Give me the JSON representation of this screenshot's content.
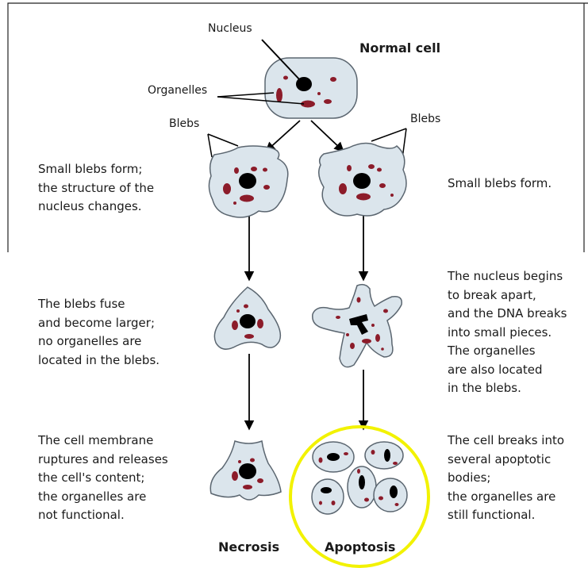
{
  "labels": {
    "nucleus": "Nucleus",
    "normal_cell": "Normal cell",
    "organelles": "Organelles",
    "blebs_left": "Blebs",
    "blebs_right": "Blebs"
  },
  "captions": {
    "left_row1": [
      "Small blebs form;",
      "the structure of the",
      "nucleus changes."
    ],
    "right_row1": [
      "Small blebs form."
    ],
    "left_row2": [
      "The blebs fuse",
      "and become larger;",
      "no organelles are",
      "located in the blebs."
    ],
    "right_row2": [
      "The nucleus begins",
      "to break apart,",
      "and the DNA breaks",
      "into small pieces.",
      "The organelles",
      "are also located",
      "in the blebs."
    ],
    "left_row3": [
      "The cell membrane",
      "ruptures and releases",
      "the cell's content;",
      "the organelles are",
      "not functional."
    ],
    "right_row3": [
      "The cell breaks into",
      "several apoptotic",
      "bodies;",
      "the organelles are",
      "still functional."
    ]
  },
  "footer": {
    "necrosis": "Necrosis",
    "apoptosis": "Apoptosis"
  },
  "colors": {
    "cell_fill": "#dbe5ec",
    "cell_stroke": "#5b6670",
    "organelle": "#8c1c2a",
    "nucleus": "#000000",
    "highlight": "#f2f200"
  }
}
